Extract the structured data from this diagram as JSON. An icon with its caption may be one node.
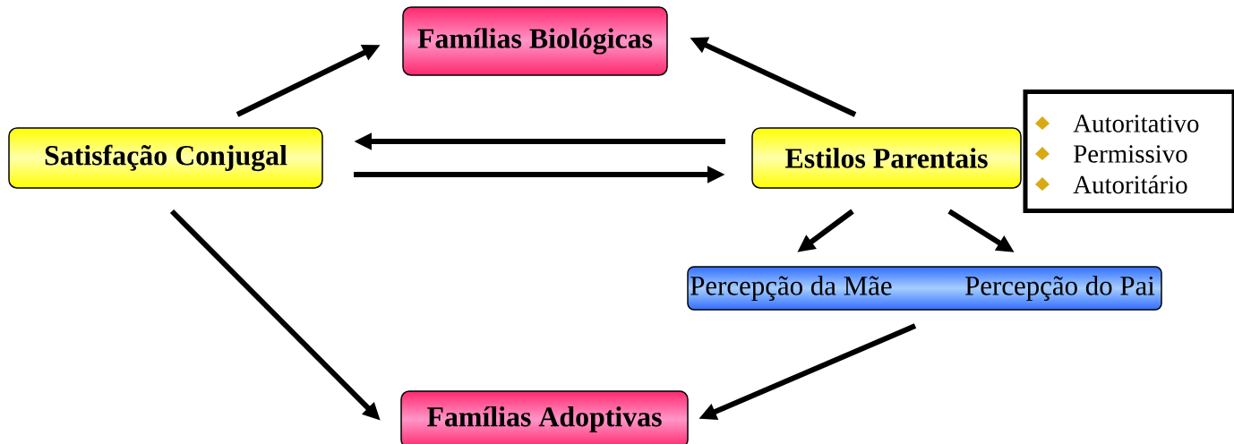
{
  "diagram": {
    "nodes": [
      {
        "text": [
          "Famílias Biológicas"
        ]
      },
      {
        "text": [
          "Satisfação Conjugal"
        ]
      },
      {
        "text": [
          "Estilos Parentais"
        ]
      },
      {
        "text": [
          "Autoritativo",
          "Permissivo",
          "Autoritário"
        ]
      },
      {
        "text": [
          "Percepção da Mãe",
          "Percepção do Pai"
        ]
      },
      {
        "text": [
          "Famílias Adoptivas"
        ]
      }
    ],
    "edges": [
      {
        "from": 1,
        "to": 0,
        "arrow": "to"
      },
      {
        "from": 2,
        "to": 0,
        "arrow": "to"
      },
      {
        "from": 2,
        "to": 1,
        "arrow": "to"
      },
      {
        "from": 1,
        "to": 2,
        "arrow": "to"
      },
      {
        "from": 2,
        "to": 4,
        "arrow": "to"
      },
      {
        "from": 2,
        "to": 4,
        "arrow": "to"
      },
      {
        "from": 4,
        "to": 5,
        "arrow": "to"
      },
      {
        "from": 1,
        "to": 5,
        "arrow": "to"
      }
    ]
  }
}
